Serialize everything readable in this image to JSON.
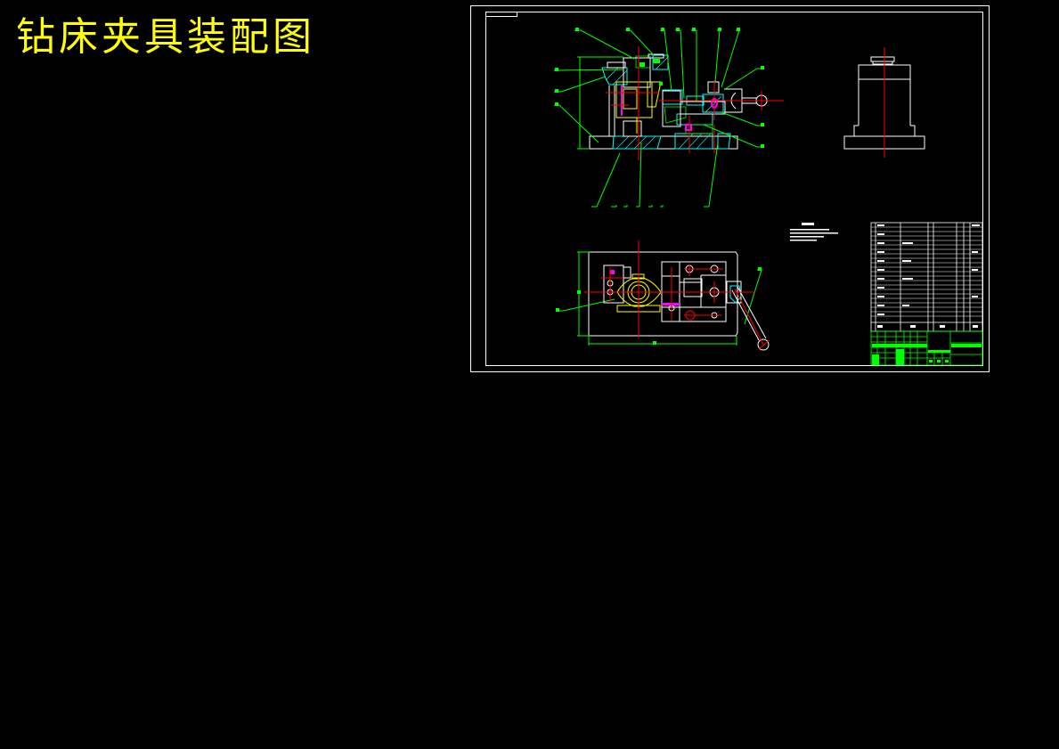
{
  "title": "钻床夹具装配图",
  "colors": {
    "background": "#000000",
    "title": "#ffff00",
    "outline": "#ffffff",
    "leader": "#00ff00",
    "centerline": "#ff0000",
    "hatch": "#00ffff",
    "part_yellow": "#ffff00",
    "part_magenta": "#ff00ff"
  },
  "drawing": {
    "sheet_frame": "outer-border",
    "views": [
      {
        "name": "front-section-view",
        "label": ""
      },
      {
        "name": "side-view",
        "label": ""
      },
      {
        "name": "top-view",
        "label": ""
      }
    ],
    "tech_requirements_title": "技术要求",
    "tech_requirements_lines": [
      "",
      "",
      "",
      ""
    ],
    "front_dimension_height": "",
    "top_dimension_width": "",
    "balloons_top": [
      "",
      "",
      "",
      "",
      "",
      "",
      ""
    ],
    "balloons_bottom": [
      "",
      "",
      "",
      "",
      "",
      "",
      "",
      ""
    ]
  },
  "parts_list": {
    "rows": 24,
    "header": [
      "",
      "",
      "",
      "",
      "",
      ""
    ]
  },
  "title_block": {
    "drawing_name": "钻床夹具装配图"
  }
}
